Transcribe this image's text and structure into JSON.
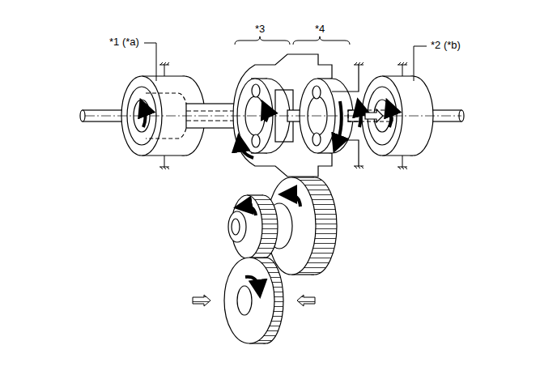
{
  "diagram": {
    "labels": [
      "*1 (*a)",
      "*2 (*b)",
      "*3",
      "*4"
    ]
  }
}
